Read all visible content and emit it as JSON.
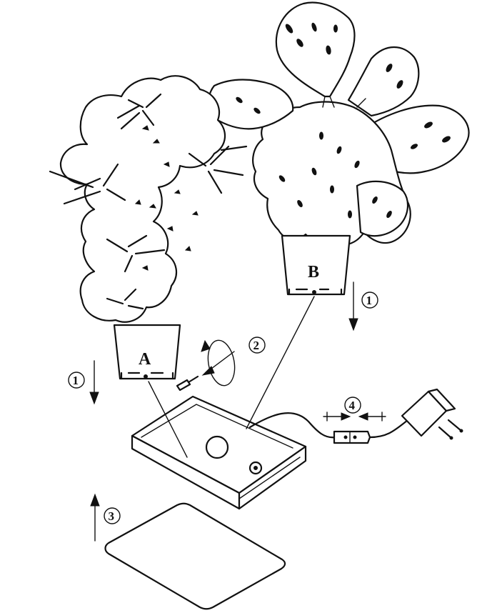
{
  "pots": {
    "a": "A",
    "b": "B"
  },
  "steps": {
    "s1": "1",
    "s2": "2",
    "s3": "3",
    "s4": "4"
  },
  "icons": [
    "plant-a-icon",
    "plant-b-icon",
    "pot-a-icon",
    "pot-b-icon",
    "base-box-icon",
    "cover-plate-icon",
    "power-adapter-icon",
    "screw-icon",
    "rotate-arrow-icon",
    "switch-icon"
  ],
  "colors": {
    "line": "#111111",
    "background": "#ffffff"
  }
}
